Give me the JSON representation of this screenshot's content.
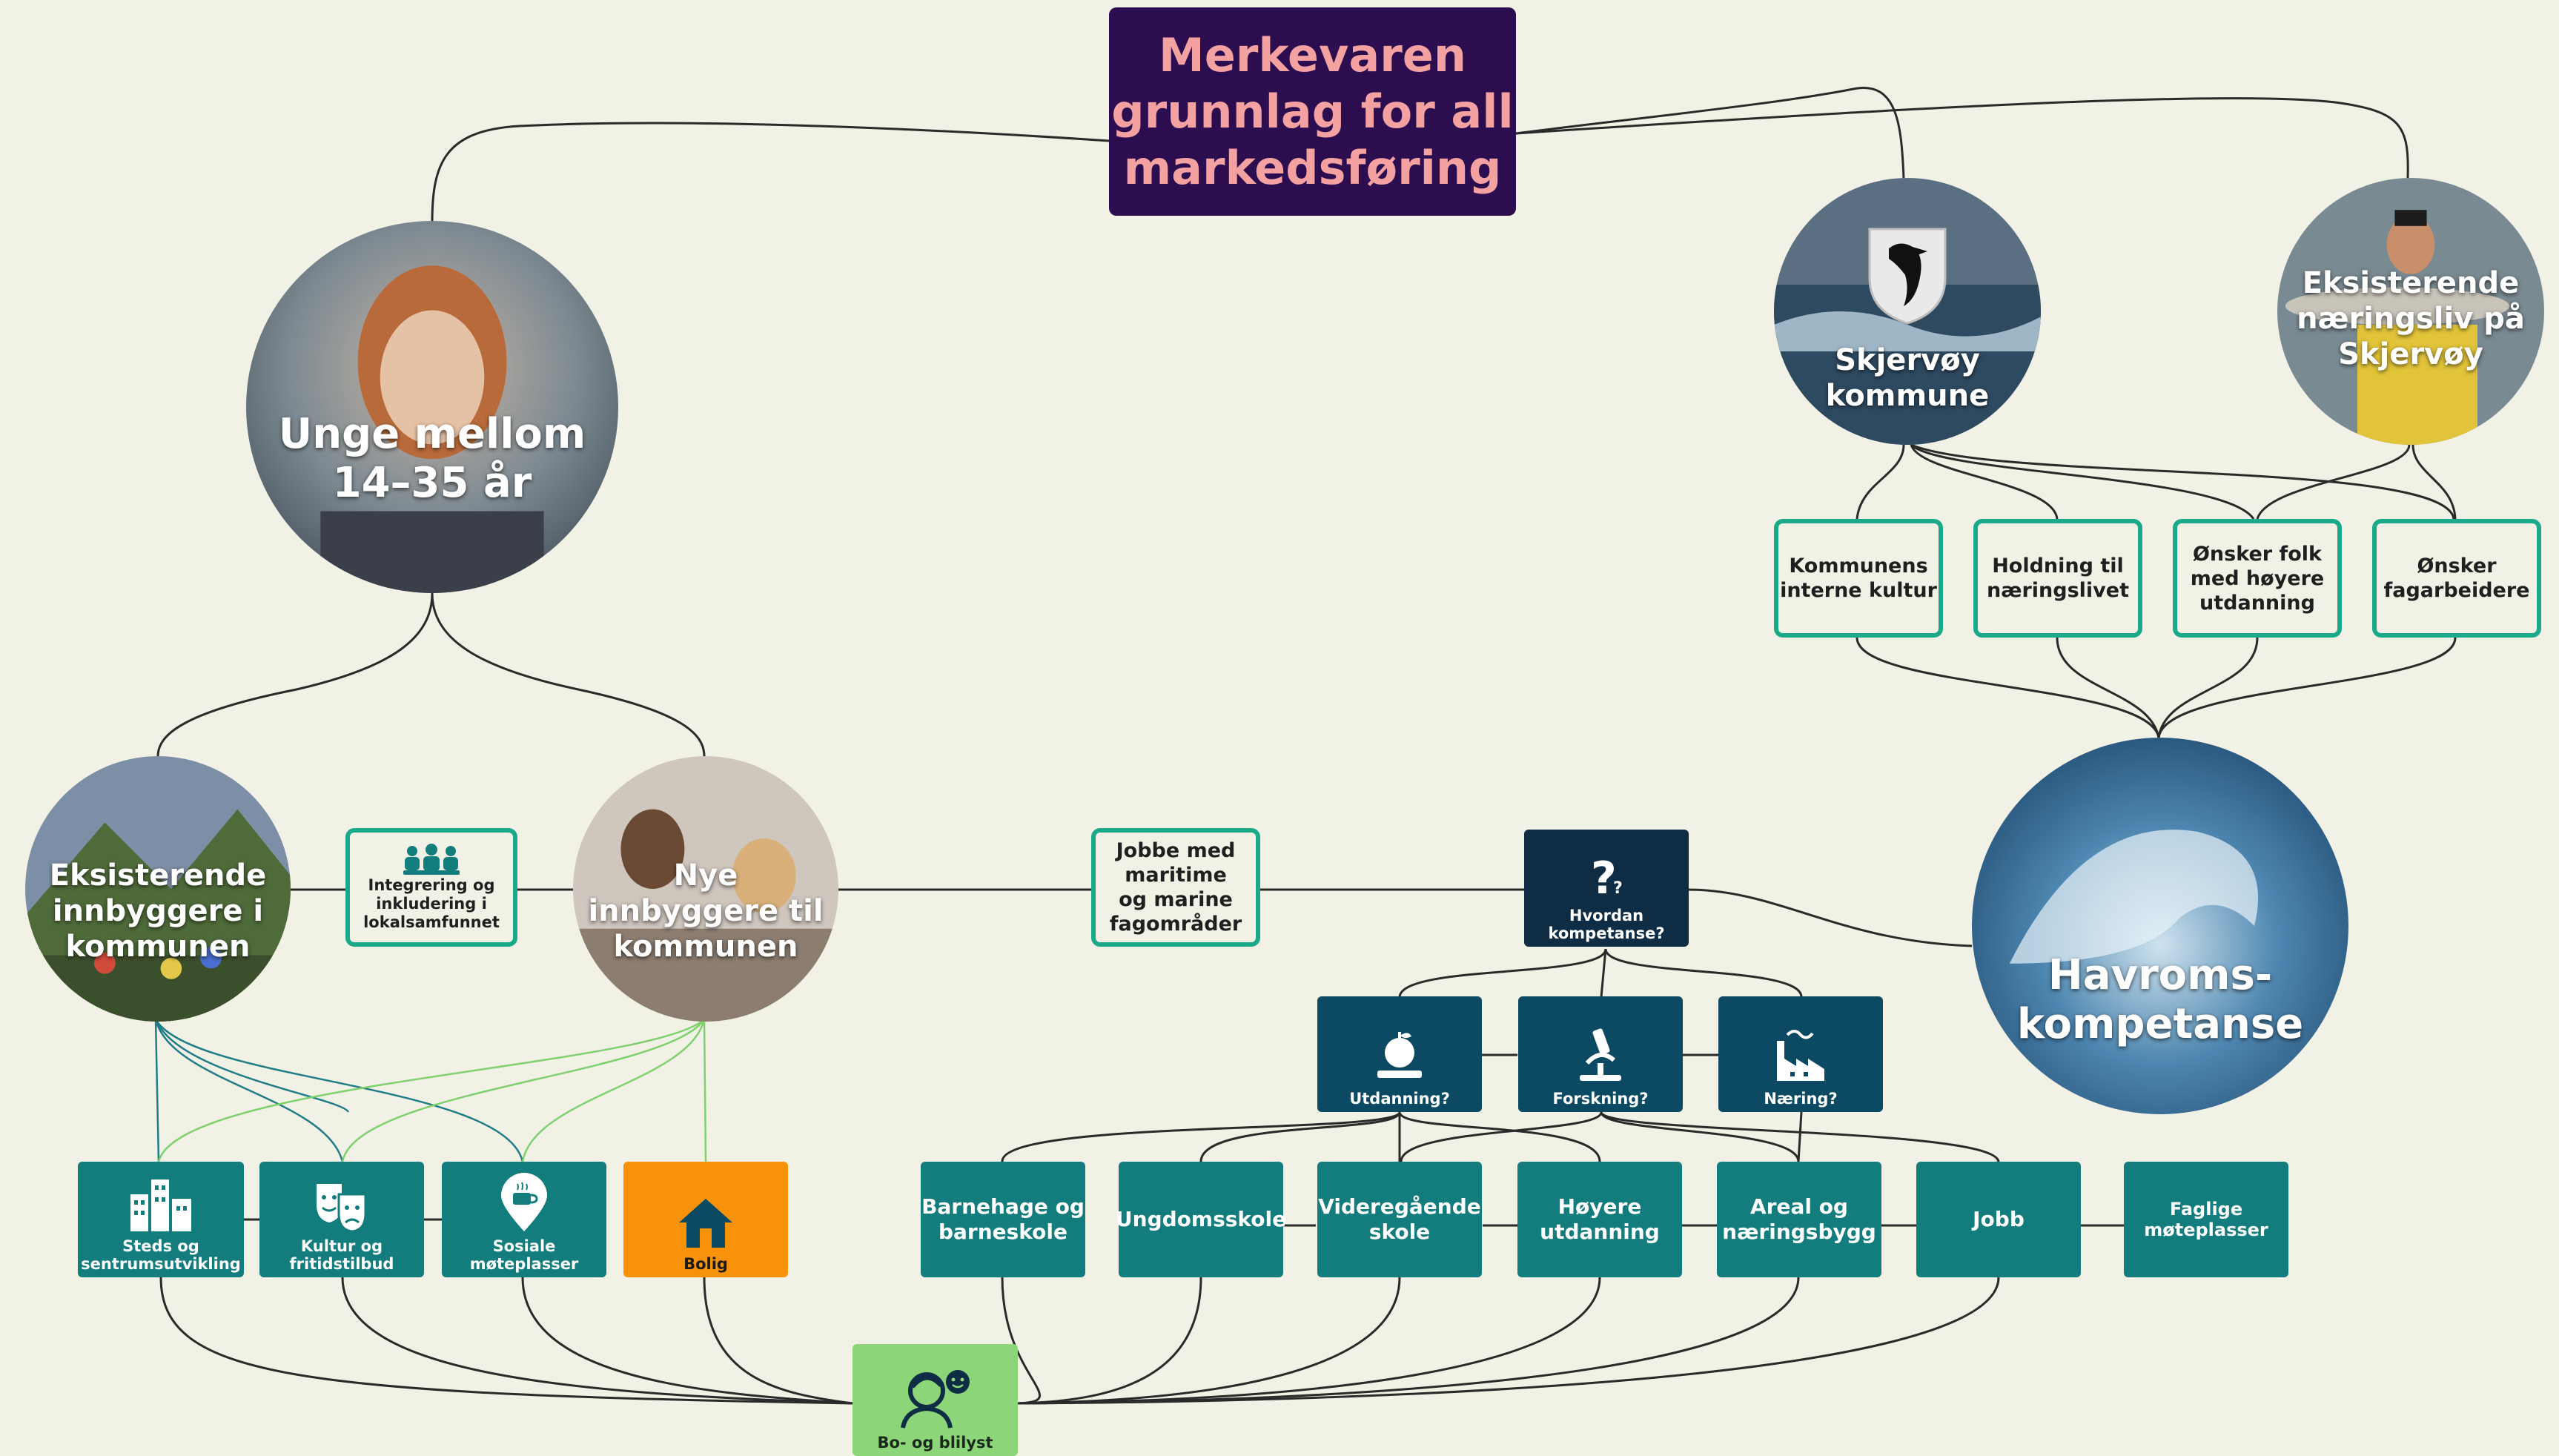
{
  "title": "Merkevaren\ngrunnlag for all\nmarkedsføring",
  "audience": {
    "young": "Unge mellom\n14–35 år",
    "existing": "Eksisterende\ninnbyggere i\nkommunen",
    "new": "Nye\ninnbyggere til\nkommunen",
    "integration": "Integrering og\ninkludering i\nlokalsamfunnet"
  },
  "stakeholders": {
    "municipality": "Skjervøy\nkommune",
    "business": "Eksisterende\nnæringsliv på\nSkjervøy",
    "needs": [
      "Kommunens\ninterne kultur",
      "Holdning til\nnæringslivet",
      "Ønsker folk\nmed høyere\nutdanning",
      "Ønsker\nfagarbeidere"
    ]
  },
  "ocean": "Havroms-\nkompetanse",
  "jobs_maritime": "Jobbe med\nmaritime\nog marine\nfagområder",
  "question": "Hvordan\nkompetanse?",
  "competence_areas": [
    "Utdanning?",
    "Forskning?",
    "Næring?"
  ],
  "living_factors": [
    "Steds og\nsentrumsutvikling",
    "Kultur og\nfritidstilbud",
    "Sosiale\nmøteplasser",
    "Bolig"
  ],
  "services": [
    "Barnehage og\nbarneskole",
    "Ungdomsskole",
    "Videregående\nskole",
    "Høyere\nutdanning",
    "Areal og\nnæringsbygg",
    "Jobb",
    "Faglige\nmøteplasser"
  ],
  "goal": "Bo- og blilyst",
  "colors": {
    "background": "#f2f1e6",
    "title_bg": "#2c0d4f",
    "title_text": "#f4a1a1",
    "outline": "#1aaa8a",
    "teal": "#137c7c",
    "navy": "#0c4a63",
    "dark": "#0e2d44",
    "orange": "#f8920a",
    "green": "#8dd579"
  }
}
